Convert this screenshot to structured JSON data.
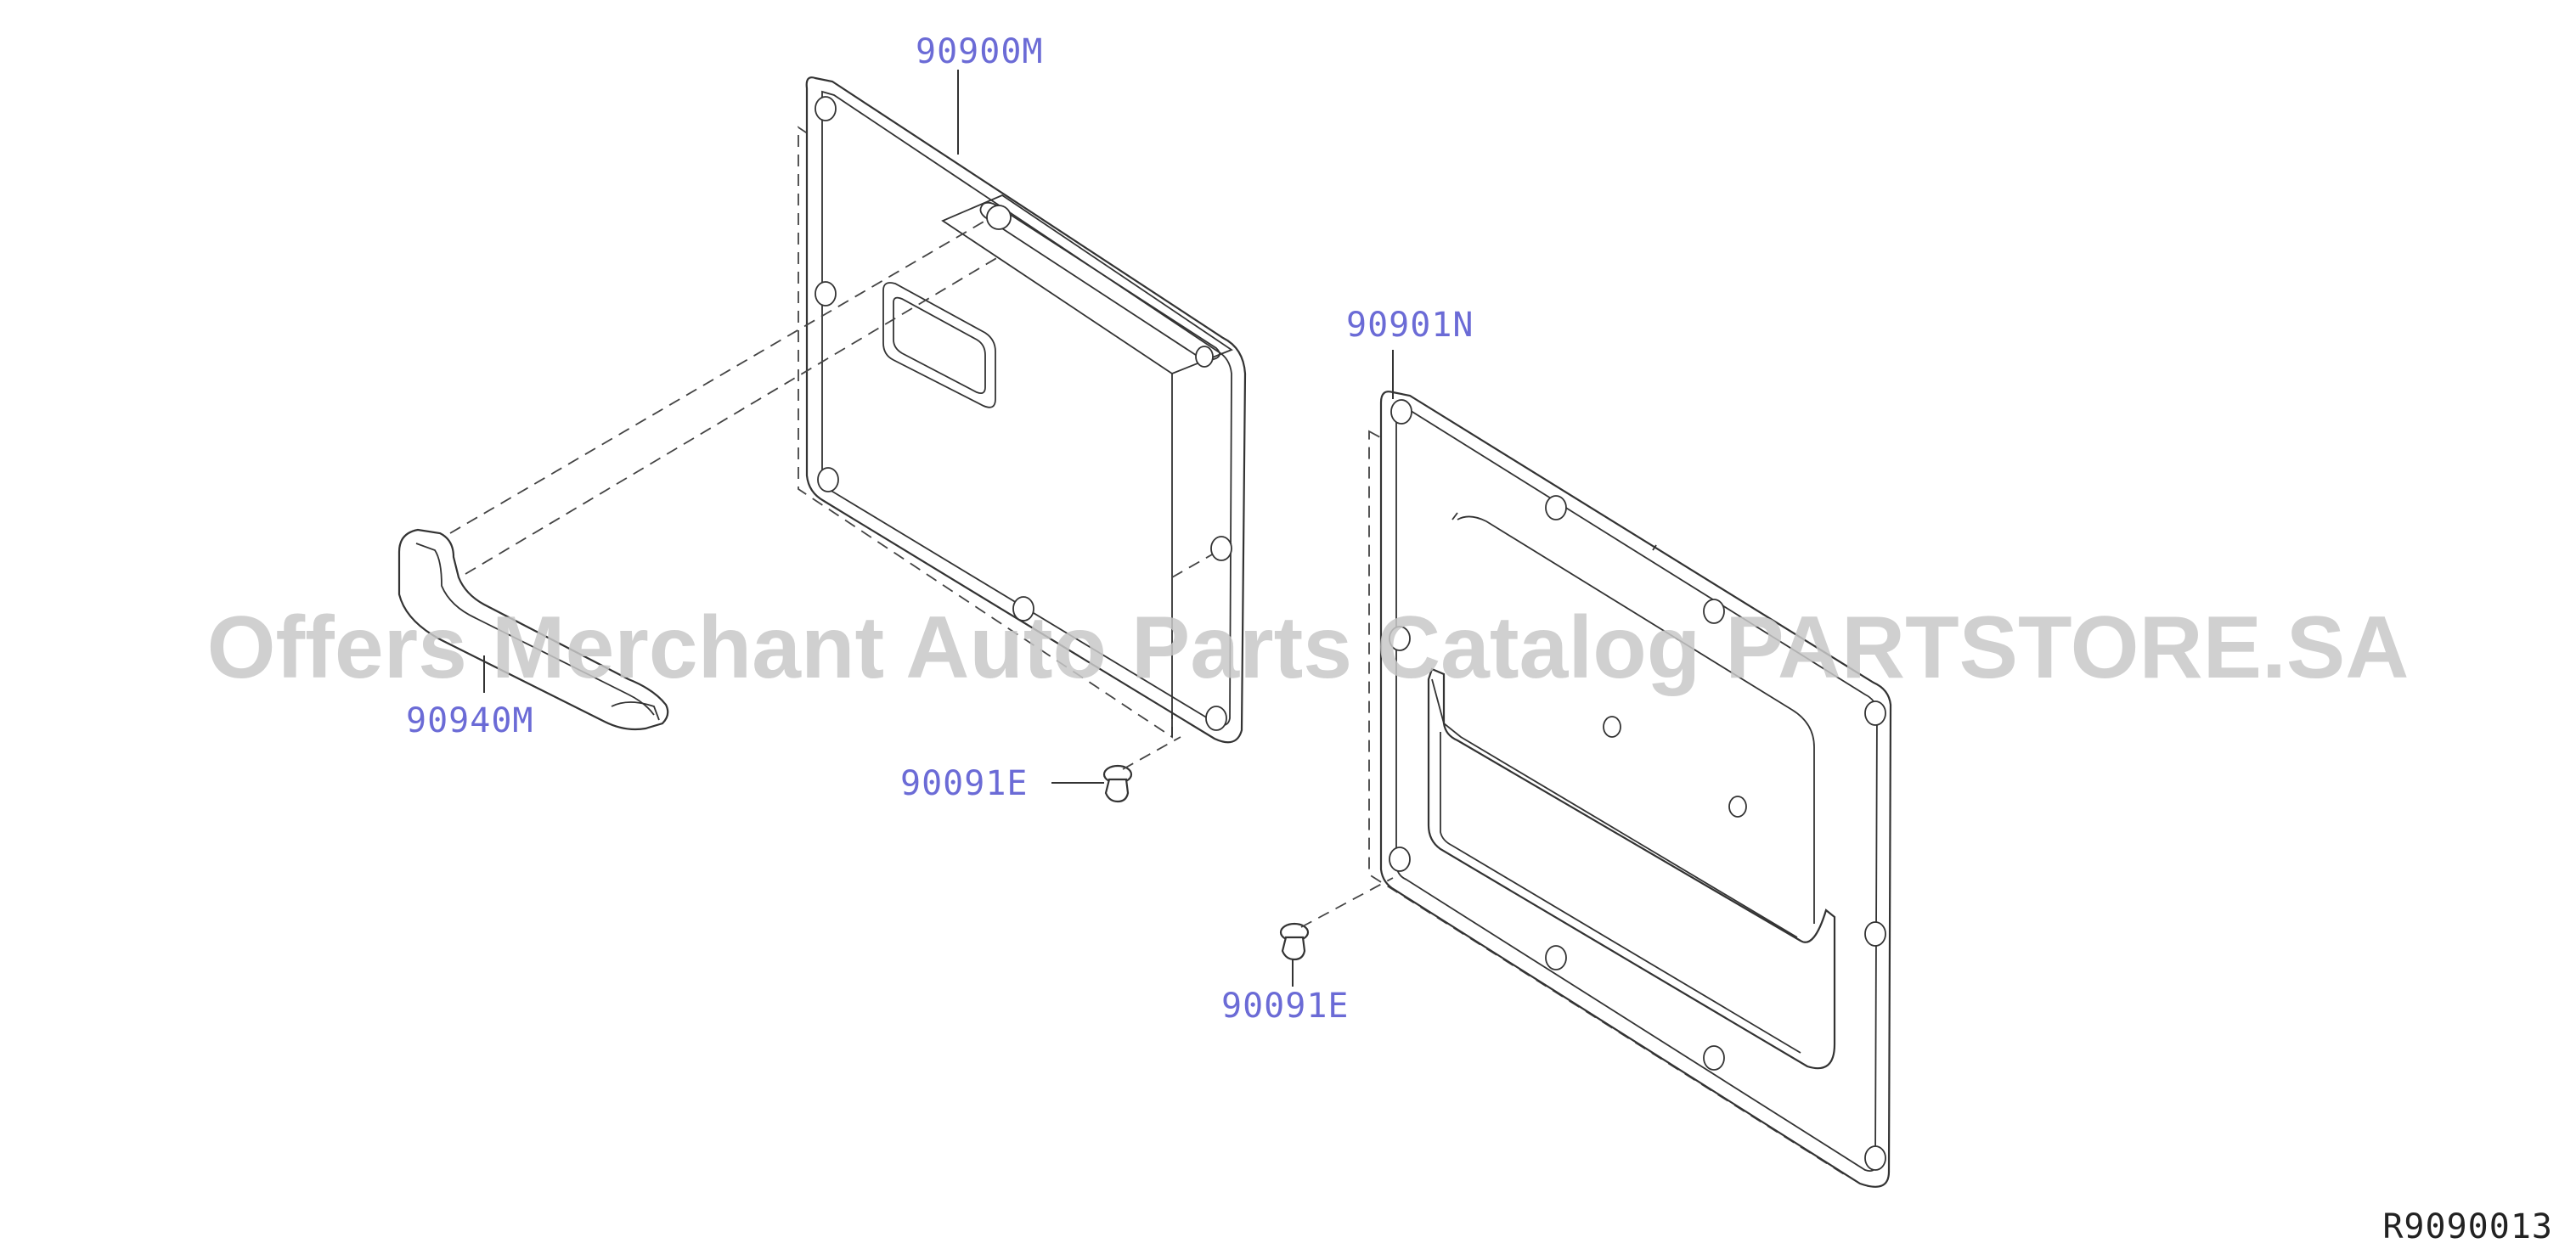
{
  "parts": {
    "upper_panel": "90900M",
    "lower_panel": "90901N",
    "handle": "90940M",
    "clip_upper": "90091E",
    "clip_lower": "90091E"
  },
  "diagram_id": "R9090013",
  "watermark": "Offers Merchant Auto Parts Catalog PARTSTORE.SA"
}
